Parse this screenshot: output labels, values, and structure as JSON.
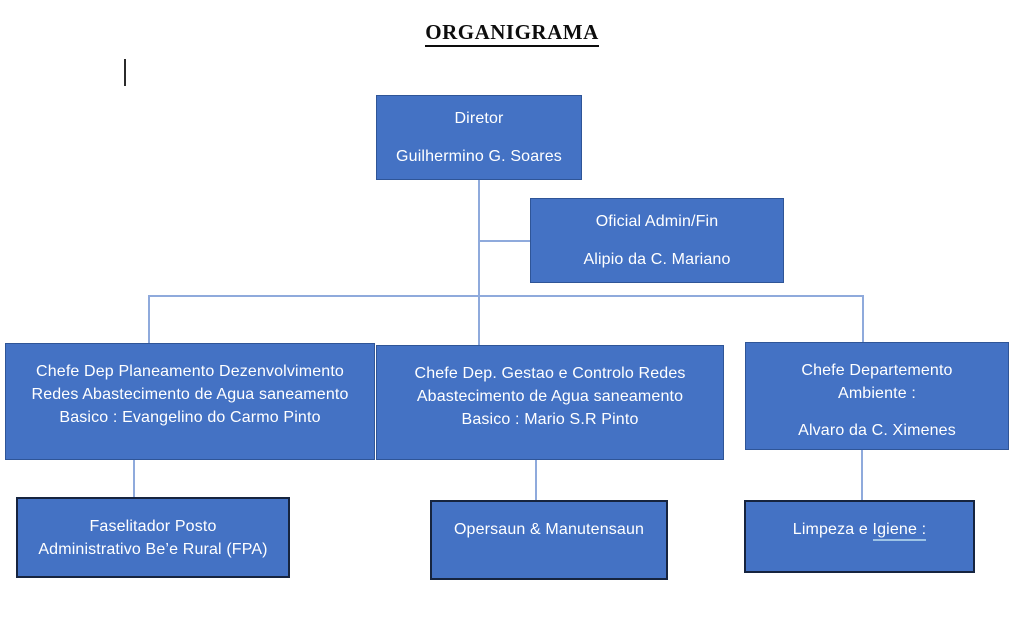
{
  "title": "ORGANIGRAMA",
  "nodes": {
    "diretor": {
      "role": "Diretor",
      "person": "Guilhermino G. Soares"
    },
    "oficial_admin_fin": {
      "role": "Oficial Admin/Fin",
      "person": "Alipio da C. Mariano"
    },
    "dep_planeamento": {
      "line1": "Chefe Dep Planeamento Dezenvolvimento",
      "line2": "Redes Abastecimento de Agua saneamento",
      "line3": "Basico : Evangelino do Carmo Pinto"
    },
    "dep_gestao": {
      "line1": "Chefe Dep. Gestao e Controlo Redes",
      "line2": "Abastecimento de Agua saneamento",
      "line3": "Basico : Mario S.R Pinto"
    },
    "dep_ambiente": {
      "line1": "Chefe Departemento",
      "line2": "Ambiente :",
      "line3": "Alvaro da C. Ximenes"
    },
    "faselitador": {
      "line1": "Faselitador Posto",
      "line2": "Administrativo Be’e Rural (FPA)"
    },
    "opersaun": {
      "line1": "Opersaun & Manutensaun"
    },
    "limpeza": {
      "line1": "Limpeza e ",
      "line2": "Igiene :"
    }
  },
  "colors": {
    "node_fill": "#4472C4",
    "node_border": "#2F5597",
    "node_border_dark": "#16243F",
    "connector": "#8FAADC",
    "node_text": "#FFFFFF",
    "title_text": "#0D0D0D",
    "spellcheck_underline": "#9DC3E6"
  }
}
